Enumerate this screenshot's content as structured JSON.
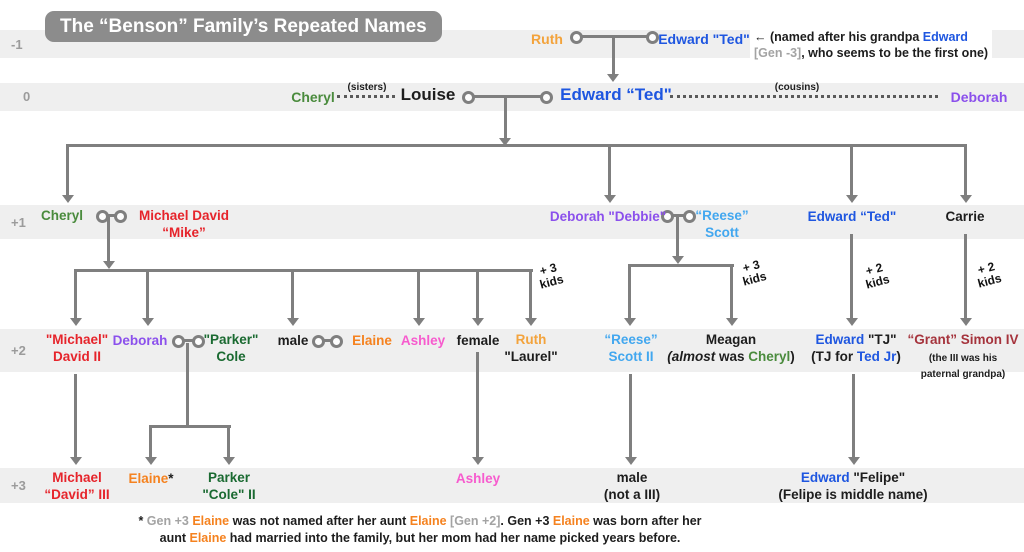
{
  "title": "The “Benson” Family’s Repeated Names",
  "gen": {
    "m1": "-1",
    "z": "0",
    "p1": "+1",
    "p2": "+2",
    "p3": "+3"
  },
  "colors": {
    "band": "#efefef",
    "line": "#7f7f7f",
    "title_bg": "#8c8c8c",
    "blue": "#1e56e0",
    "light_blue": "#42a7ef",
    "green": "#4a8b3d",
    "dark_green": "#1a6a31",
    "purple": "#8b50ec",
    "red": "#e6242b",
    "maroon": "#a5333c",
    "orange": "#f5821f",
    "gold": "#f3a33c",
    "pink": "#f75bce",
    "gray": "#a3a3a3",
    "black": "#1d1d1d"
  },
  "m1": {
    "ruth": "Ruth",
    "edward": "Edward \"Ted\"",
    "note_a": "← (named after his grandpa ",
    "note_b": "Edward",
    "note_c": "[Gen -3]",
    "note_d": ", who seems to be the first one)"
  },
  "r0": {
    "cheryl": "Cheryl",
    "sisters": "(sisters)",
    "louise": "Louise",
    "edward": "Edward “Ted\"",
    "cousins": "(cousins)",
    "deborah": "Deborah"
  },
  "r1": {
    "cheryl": "Cheryl",
    "mike1": "Michael David",
    "mike2": "“Mike”",
    "debbie": "Deborah \"Debbie\"",
    "reese1": "“Reese”",
    "reese2": "Scott",
    "edward": "Edward “Ted\"",
    "carrie": "Carrie"
  },
  "r2": {
    "michael1": "\"Michael\"",
    "michael2": "David II",
    "deborah": "Deborah",
    "parker1": "\"Parker\"",
    "parker2": "Cole",
    "male": "male",
    "elaine": "Elaine",
    "ashley": "Ashley",
    "female": "female",
    "ruth": "Ruth",
    "laurel": "\"Laurel\"",
    "reese1": "“Reese”",
    "reese2": "Scott II",
    "meagan": "Meagan",
    "m_almost": "(almost",
    "m_mid": " was ",
    "m_cheryl": "Cheryl",
    "m_close": ")",
    "tj1a": "Edward",
    "tj1b": " \"TJ\"",
    "tj2a": "(TJ for ",
    "tj2b": "Ted Jr",
    "tj2c": ")",
    "grant": "“Grant” Simon IV",
    "grant2": "(the III was his",
    "grant3": "paternal grandpa)"
  },
  "r3": {
    "michael1": "Michael",
    "michael2": "“David” III",
    "elaine": "Elaine",
    "star": "*",
    "parker1": "Parker",
    "parker2": "\"Cole\" II",
    "ashley": "Ashley",
    "male1": "male",
    "male2": "(not a III)",
    "felipe1a": "Edward",
    "felipe1b": " \"Felipe\"",
    "felipe2": "(Felipe is middle name)"
  },
  "k": {
    "p3a": "+ 3",
    "p3b": "kids",
    "p2a": "+ 2",
    "p2b": "kids"
  },
  "fn": {
    "f1": "* ",
    "f2": "Gen +3 ",
    "f3": "Elaine",
    "f4": " was not named after her aunt ",
    "f5": "Elaine",
    "f6": " [Gen +2]",
    "f7": ". ",
    "f8": "Gen +3 ",
    "f9": "Elaine",
    "f10": " was born after her",
    "f11": "aunt ",
    "f12": "Elaine",
    "f13": " had married into the family, but her mom had her name picked years before."
  }
}
